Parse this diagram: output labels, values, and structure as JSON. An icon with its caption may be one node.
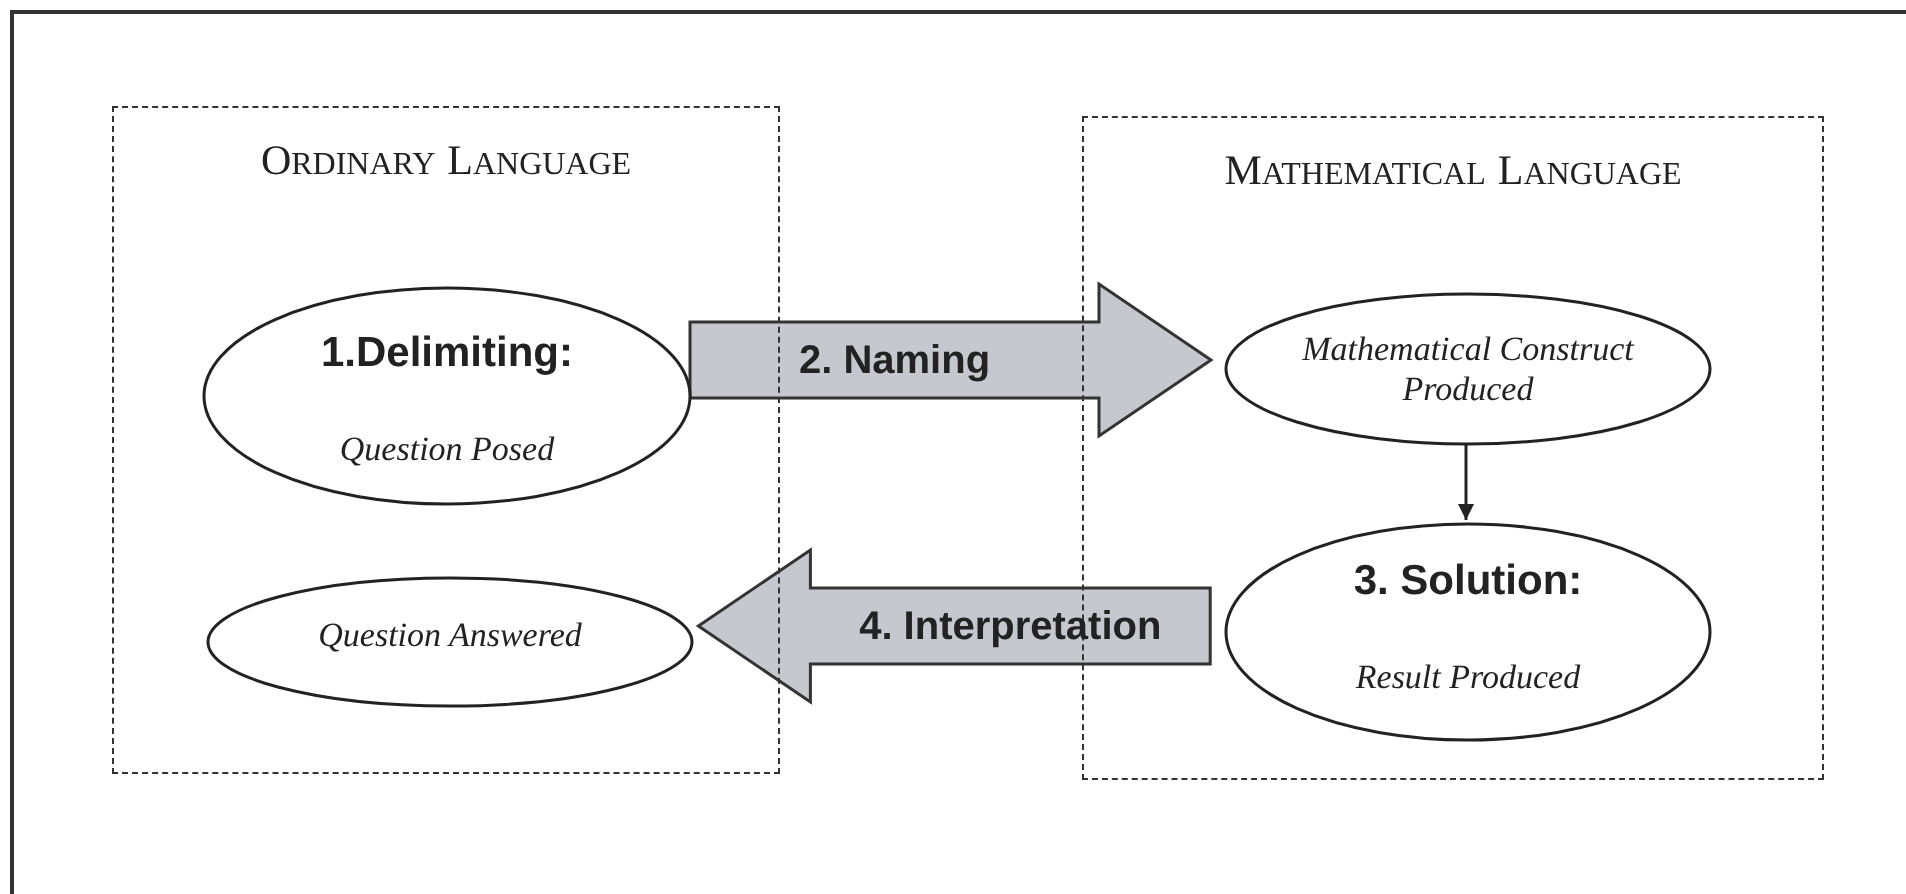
{
  "diagram": {
    "nodes": [
      {
        "text": [
          "ORDINARY LANGUAGE"
        ]
      },
      {
        "text": [
          "1.Delimiting:",
          "Question Posed"
        ],
        "in": 0
      },
      {
        "text": [
          "Question Answered"
        ],
        "in": 0
      },
      {
        "text": [
          "MATHEMATICAL LANGUAGE"
        ]
      },
      {
        "text": [
          "Mathematical Construct Produced"
        ],
        "in": 3
      },
      {
        "text": [
          "3. Solution:",
          "Result Produced"
        ],
        "in": 3
      }
    ],
    "edges": [
      {
        "from": 1,
        "to": 4,
        "arrow": "to",
        "label": "2. Naming",
        "style": "thick"
      },
      {
        "from": 4,
        "to": 5,
        "arrow": "to"
      },
      {
        "from": 5,
        "to": 2,
        "arrow": "to",
        "label": "4. Interpretation",
        "style": "thick"
      }
    ]
  }
}
